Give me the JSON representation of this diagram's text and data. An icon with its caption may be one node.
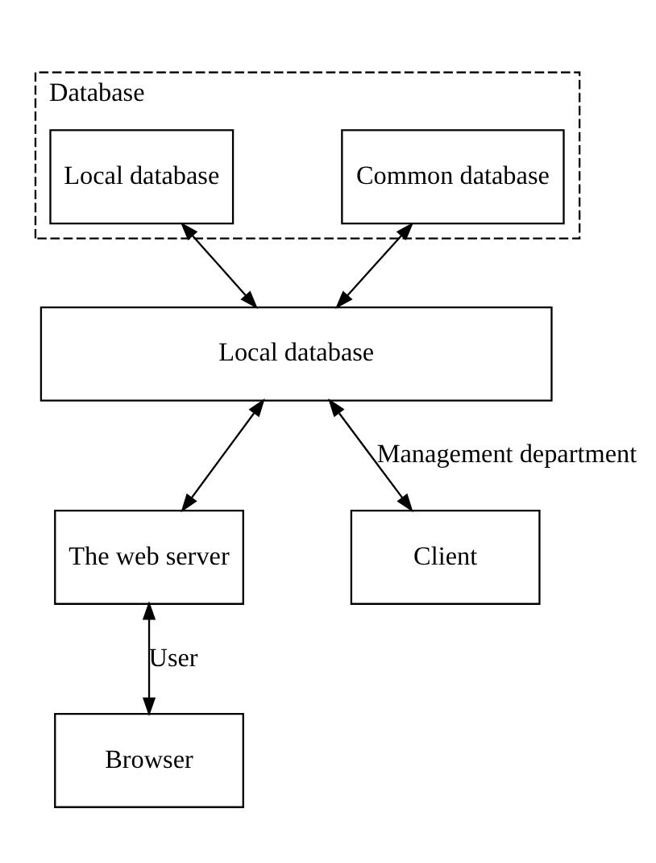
{
  "diagram": {
    "nodes": [
      {
        "text": [
          "Database"
        ]
      },
      {
        "text": [
          "Local database"
        ],
        "in": 0
      },
      {
        "text": [
          "Common database"
        ],
        "in": 0
      },
      {
        "text": [
          "Local database"
        ]
      },
      {
        "text": [
          "The web server"
        ]
      },
      {
        "text": [
          "Browser"
        ]
      },
      {
        "text": [
          "Client"
        ]
      }
    ],
    "edges": [
      {
        "from": 1,
        "to": 3,
        "arrow": "both"
      },
      {
        "from": 2,
        "to": 3,
        "arrow": "both"
      },
      {
        "from": 3,
        "to": 4,
        "arrow": "both"
      },
      {
        "from": 4,
        "to": 5,
        "arrow": "both",
        "label": "User"
      },
      {
        "from": 3,
        "to": 6,
        "arrow": "both",
        "label": "Management department"
      }
    ]
  }
}
